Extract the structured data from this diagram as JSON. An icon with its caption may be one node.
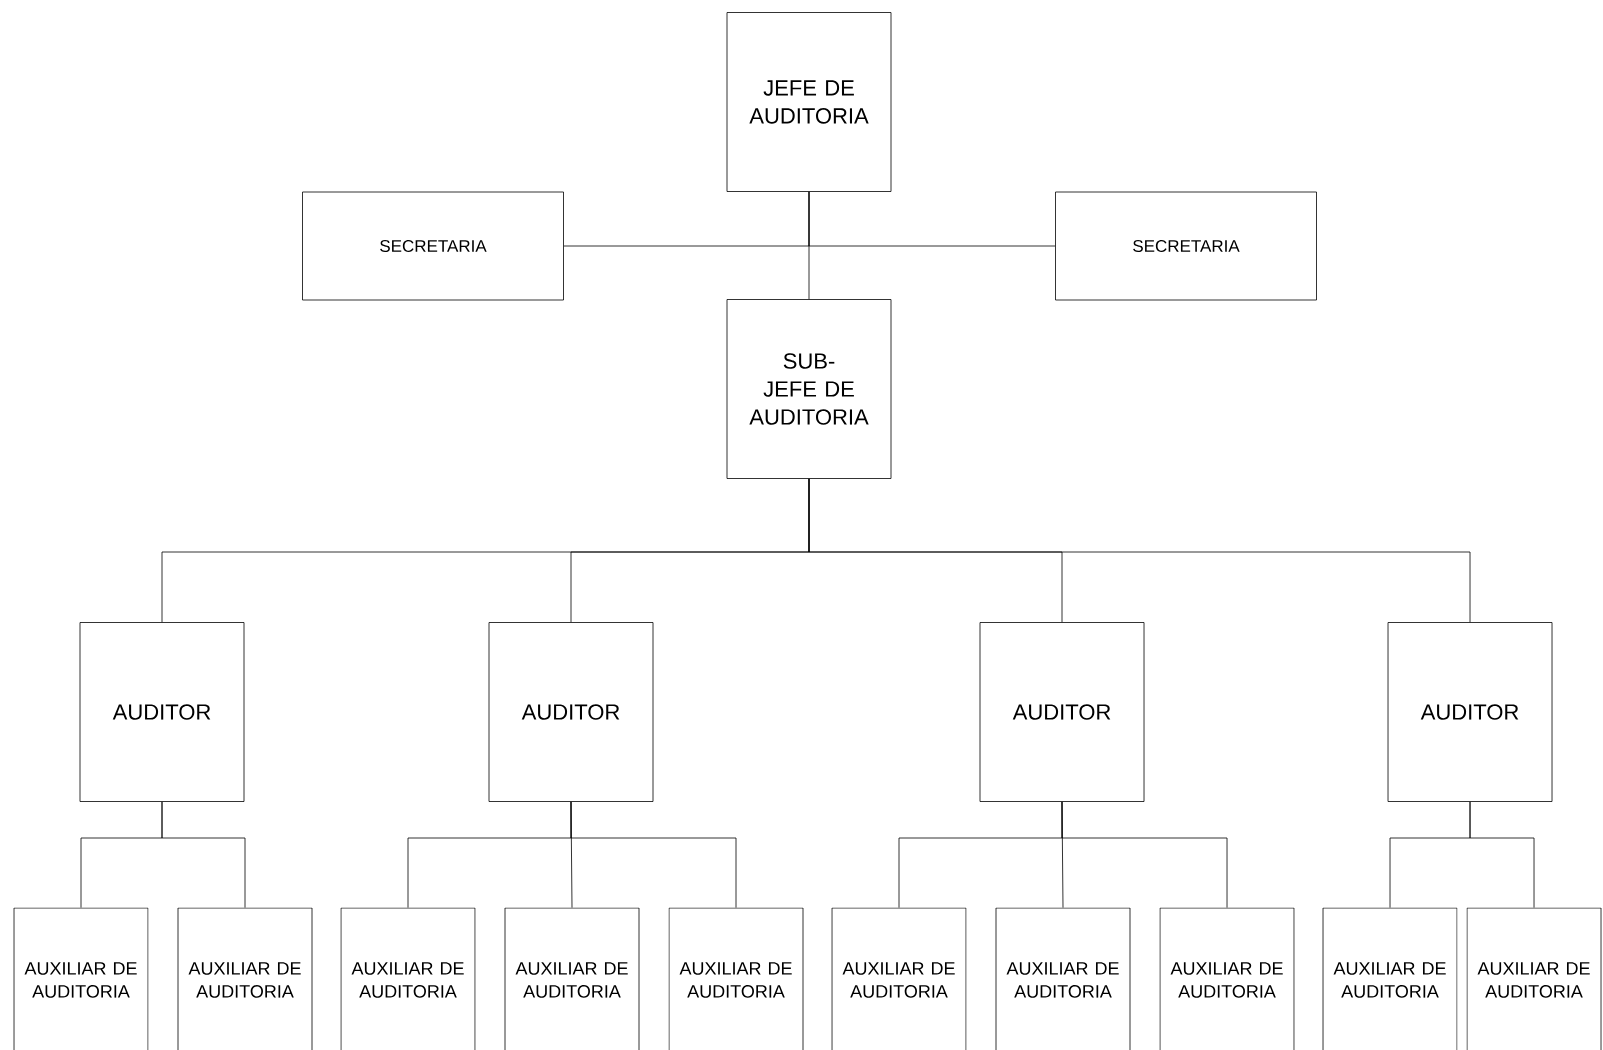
{
  "diagram": {
    "nodes": [
      {
        "text": [
          "JEFE DE AUDITORIA"
        ]
      },
      {
        "text": [
          "SECRETARIA"
        ]
      },
      {
        "text": [
          "SECRETARIA"
        ]
      },
      {
        "text": [
          "SUB-JEFE DE AUDITORIA"
        ]
      },
      {
        "text": [
          "AUDITOR"
        ]
      },
      {
        "text": [
          "AUDITOR"
        ]
      },
      {
        "text": [
          "AUDITOR"
        ]
      },
      {
        "text": [
          "AUDITOR"
        ]
      },
      {
        "text": [
          "AUXILIAR DE AUDITORIA"
        ]
      },
      {
        "text": [
          "AUXILIAR DE AUDITORIA"
        ]
      },
      {
        "text": [
          "AUXILIAR DE AUDITORIA"
        ]
      },
      {
        "text": [
          "AUXILIAR DE AUDITORIA"
        ]
      },
      {
        "text": [
          "AUXILIAR DE AUDITORIA"
        ]
      },
      {
        "text": [
          "AUXILIAR DE AUDITORIA"
        ]
      },
      {
        "text": [
          "AUXILIAR DE AUDITORIA"
        ]
      },
      {
        "text": [
          "AUXILIAR DE AUDITORIA"
        ]
      },
      {
        "text": [
          "AUXILIAR DE AUDITORIA"
        ]
      },
      {
        "text": [
          "AUXILIAR DE AUDITORIA"
        ]
      }
    ],
    "edges": [
      {
        "from": 0,
        "to": 1,
        "arrow": "none"
      },
      {
        "from": 0,
        "to": 2,
        "arrow": "none"
      },
      {
        "from": 0,
        "to": 3,
        "arrow": "none"
      },
      {
        "from": 3,
        "to": 4,
        "arrow": "none"
      },
      {
        "from": 3,
        "to": 5,
        "arrow": "none"
      },
      {
        "from": 3,
        "to": 6,
        "arrow": "none"
      },
      {
        "from": 3,
        "to": 7,
        "arrow": "none"
      },
      {
        "from": 4,
        "to": 8,
        "arrow": "none"
      },
      {
        "from": 4,
        "to": 9,
        "arrow": "none"
      },
      {
        "from": 5,
        "to": 10,
        "arrow": "none"
      },
      {
        "from": 5,
        "to": 11,
        "arrow": "none"
      },
      {
        "from": 5,
        "to": 12,
        "arrow": "none"
      },
      {
        "from": 6,
        "to": 13,
        "arrow": "none"
      },
      {
        "from": 6,
        "to": 14,
        "arrow": "none"
      },
      {
        "from": 6,
        "to": 15,
        "arrow": "none"
      },
      {
        "from": 7,
        "to": 16,
        "arrow": "none"
      },
      {
        "from": 7,
        "to": 17,
        "arrow": "none"
      }
    ]
  }
}
